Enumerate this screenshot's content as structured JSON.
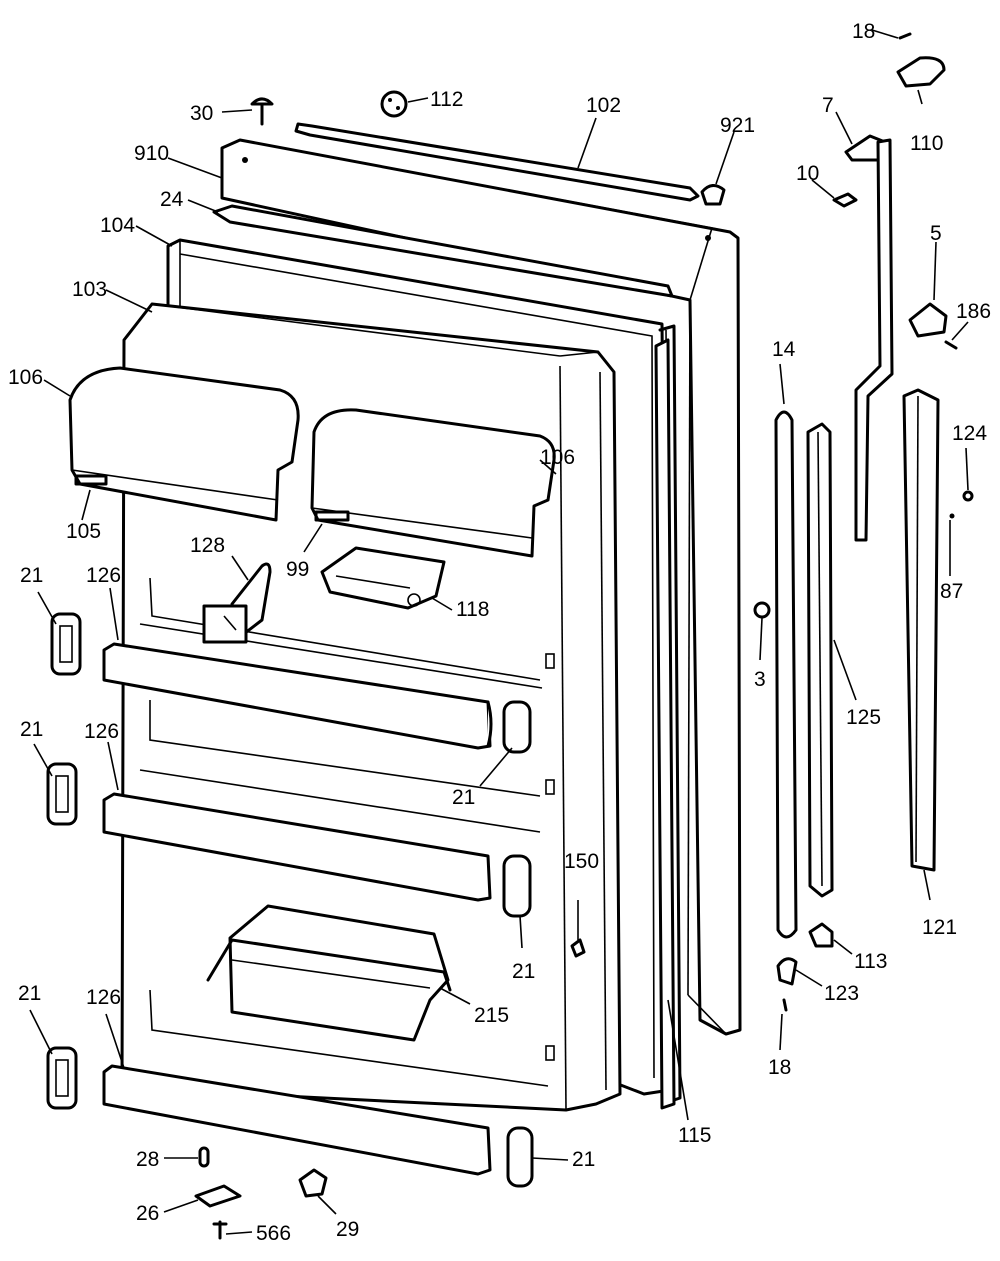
{
  "callouts": {
    "c18_top": "18",
    "c110": "110",
    "c7": "7",
    "c10": "10",
    "c5": "5",
    "c186": "186",
    "c124": "124",
    "c87": "87",
    "c121": "121",
    "c125": "125",
    "c14": "14",
    "c3": "3",
    "c113": "113",
    "c123": "123",
    "c18_bot": "18",
    "c115": "115",
    "c150": "150",
    "c21_a": "21",
    "c21_b": "21",
    "c21_c": "21",
    "c21_d": "21",
    "c21_e": "21",
    "c21_f": "21",
    "c215": "215",
    "c126_a": "126",
    "c126_b": "126",
    "c126_c": "126",
    "c28": "28",
    "c26": "26",
    "c566": "566",
    "c29": "29",
    "c30": "30",
    "c112": "112",
    "c102": "102",
    "c921": "921",
    "c910": "910",
    "c24": "24",
    "c104": "104",
    "c103": "103",
    "c106_a": "106",
    "c106_b": "106",
    "c105": "105",
    "c99": "99",
    "c128": "128",
    "c118": "118"
  }
}
